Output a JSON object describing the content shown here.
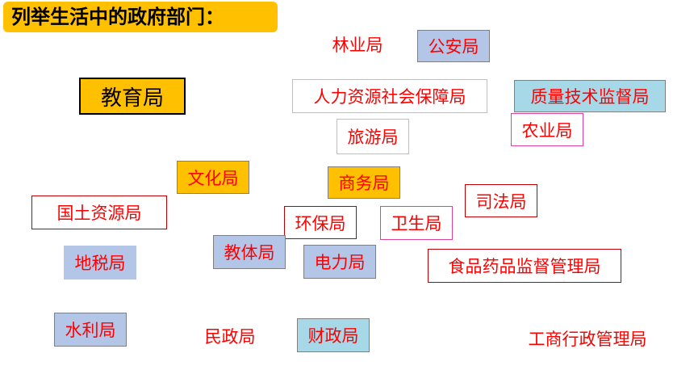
{
  "title": "列举生活中的政府部门：",
  "departments": [
    {
      "key": "linye",
      "label": "林业局"
    },
    {
      "key": "gongan",
      "label": "公安局"
    },
    {
      "key": "jiaoyu",
      "label": "教育局"
    },
    {
      "key": "renli",
      "label": "人力资源社会保障局"
    },
    {
      "key": "zhiliang",
      "label": "质量技术监督局"
    },
    {
      "key": "lvyou",
      "label": "旅游局"
    },
    {
      "key": "nongye",
      "label": "农业局"
    },
    {
      "key": "wenhua",
      "label": "文化局"
    },
    {
      "key": "shangwu",
      "label": "商务局"
    },
    {
      "key": "sifa",
      "label": "司法局"
    },
    {
      "key": "guotu",
      "label": "国土资源局"
    },
    {
      "key": "huanbao",
      "label": "环保局"
    },
    {
      "key": "weisheng",
      "label": "卫生局"
    },
    {
      "key": "dishui",
      "label": "地税局"
    },
    {
      "key": "jiaoti",
      "label": "教体局"
    },
    {
      "key": "dianli",
      "label": "电力局"
    },
    {
      "key": "shipin",
      "label": "食品药品监督管理局"
    },
    {
      "key": "shuili",
      "label": "水利局"
    },
    {
      "key": "minzheng",
      "label": "民政局"
    },
    {
      "key": "caizheng",
      "label": "财政局"
    },
    {
      "key": "gongshang",
      "label": "工商行政管理局"
    }
  ]
}
